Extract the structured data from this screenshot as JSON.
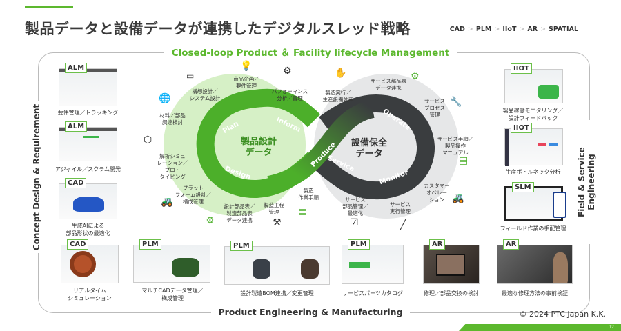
{
  "header": {
    "title": "製品データと設備データが連携したデジタルスレッド戦略",
    "breadcrumb": [
      "CAD",
      "PLM",
      "IIoT",
      "AR",
      "SPATIAL"
    ],
    "separator": ">"
  },
  "frame": {
    "top_label": "Closed-loop Product ＆ Facility lifecycle Management",
    "bottom_label": "Product Engineering & Manufacturing",
    "left_label": "Concept Design & Requirement",
    "right_label": "Field  & Service Engineering"
  },
  "left_items": [
    {
      "tag": "ALM",
      "caption": "要件管理／トラッキング"
    },
    {
      "tag": "ALM",
      "caption": "アジャイル／スクラム開発"
    },
    {
      "tag": "CAD",
      "caption_lines": [
        "生成AIによる",
        "部品形状の最適化"
      ]
    }
  ],
  "right_items": [
    {
      "tag": "IIOT",
      "caption_lines": [
        "製品稼働モニタリング／",
        "設計フィードバック"
      ]
    },
    {
      "tag": "IIOT",
      "caption": "生産ボトルネック分析"
    },
    {
      "tag": "SLM",
      "caption": "フィールド作業の手配管理"
    }
  ],
  "bottom_items": [
    {
      "tag": "CAD",
      "caption_lines": [
        "リアルタイム",
        "シミュレーション"
      ]
    },
    {
      "tag": "PLM",
      "caption_lines": [
        "マルチCADデータ管理／",
        "構成管理"
      ]
    },
    {
      "tag": "PLM",
      "caption": "設計製造BOM連携／変更管理"
    },
    {
      "tag": "PLM",
      "caption": "サービスパーツカタログ"
    },
    {
      "tag": "AR",
      "caption": "修理／部品交換の検討"
    },
    {
      "tag": "AR",
      "caption": "最適な修理方法の事前検証"
    }
  ],
  "loop": {
    "left_center": [
      "製品設計",
      "データ"
    ],
    "right_center": [
      "設備保全",
      "データ"
    ],
    "stages": [
      "Plan",
      "Inform",
      "Design",
      "Produce",
      "Service",
      "Operate",
      "Monitor"
    ],
    "colors": {
      "green": "#4caf2a",
      "dark": "#3a3d3f",
      "light_green": "#d6f0c6",
      "light_gray": "#e6e7e8"
    }
  },
  "annotations": [
    [
      "商品企画／",
      "要件管理"
    ],
    [
      "構想設計／",
      "システム設計"
    ],
    [
      "パフォーマンス",
      "分析／管理"
    ],
    [
      "材料／部品",
      "調達検討"
    ],
    [
      "製造実行／",
      "生産設備効率"
    ],
    [
      "サービス部品表",
      "データ連携"
    ],
    [
      "サービス",
      "プロセス",
      "管理"
    ],
    [
      "サービス手順／",
      "製品操作",
      "マニュアル"
    ],
    [
      "解析シミュ",
      "レーション／",
      "プロト",
      "タイピング"
    ],
    [
      "プラット",
      "フォーム設計／",
      "構成管理"
    ],
    [
      "設計部品表／",
      "製造部品表",
      "データ連携"
    ],
    [
      "製造工程",
      "管理"
    ],
    [
      "製造",
      "作業手順"
    ],
    [
      "サービス",
      "部品管理／",
      "最適化"
    ],
    [
      "サービス",
      "実行管理"
    ],
    [
      "カスタマー",
      "オペレー",
      "ション"
    ]
  ],
  "footer": {
    "copyright": "© 2024 PTC Japan K.K.",
    "page": "12"
  }
}
